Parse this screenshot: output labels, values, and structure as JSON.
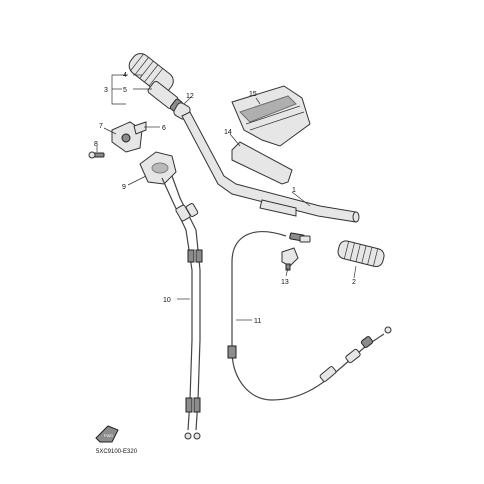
{
  "callouts": {
    "c1": "1",
    "c2": "2",
    "c3": "3",
    "c4": "4",
    "c5": "5",
    "c6": "6",
    "c7": "7",
    "c8": "8",
    "c9": "9",
    "c10": "10",
    "c11": "11",
    "c12": "12",
    "c13": "13",
    "c14": "14",
    "c15": "15"
  },
  "diagram_code": "5XC9100-E320",
  "fwd_label": "FWD"
}
